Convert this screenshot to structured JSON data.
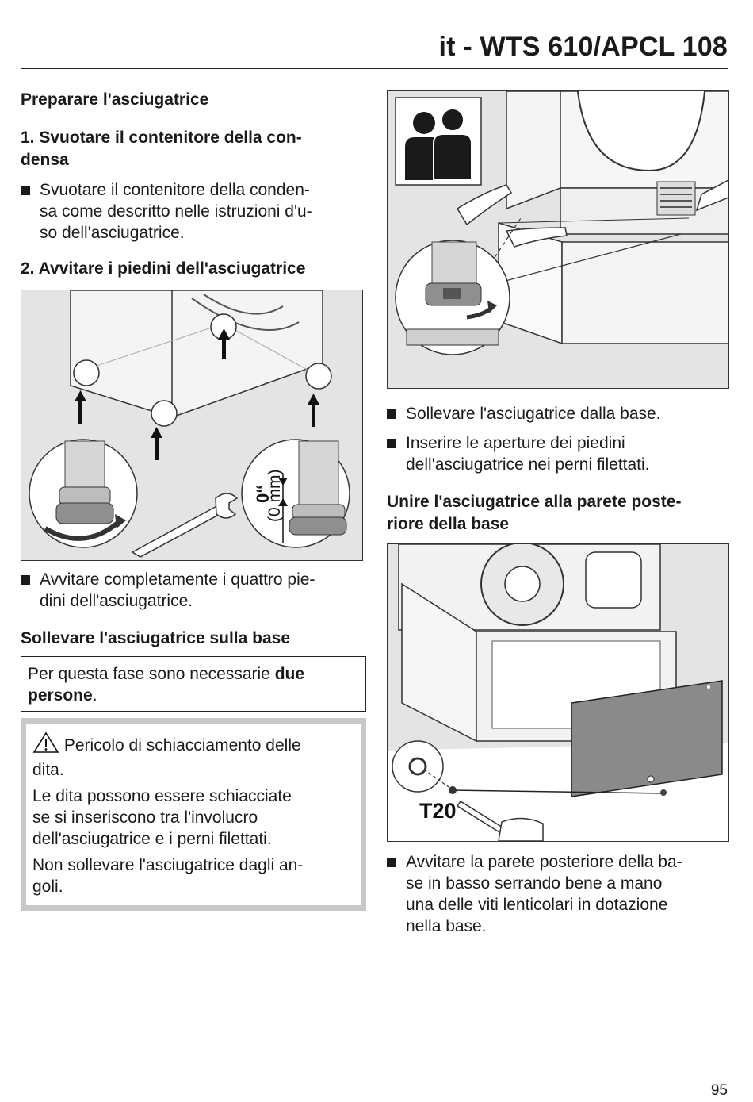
{
  "header": {
    "title": "it - WTS 610/APCL 108"
  },
  "left": {
    "heading_prepare": "Preparare l'asciugatrice",
    "step1_heading_line1": "1. Svuotare il contenitore della con-",
    "step1_heading_line2": "densa",
    "step1_bullet_line1": "Svuotare il contenitore della conden-",
    "step1_bullet_line2": "sa come descritto nelle istruzioni d'u-",
    "step1_bullet_line3": "so dell'asciugatrice.",
    "step2_heading": "2. Avvitare i piedini dell'asciugatrice",
    "figure1_label_line1": "0“",
    "figure1_label_line2": "(0 mm)",
    "step2_bullet_line1": "Avvitare completamente i quattro pie-",
    "step2_bullet_line2": "dini dell'asciugatrice.",
    "lift_heading": "Sollevare l'asciugatrice sulla base",
    "note_prefix": "Per questa fase sono necessarie ",
    "note_bold_1": "due",
    "note_bold_2": "persone",
    "note_suffix": ".",
    "warning_line1": "Pericolo di schiacciamento delle",
    "warning_line2": "dita.",
    "warning_p2_line1": "Le dita possono essere schiacciate",
    "warning_p2_line2": "se si inseriscono tra l'involucro",
    "warning_p2_line3": "dell'asciugatrice e i perni filettati.",
    "warning_p3_line1": "Non sollevare l'asciugatrice dagli an-",
    "warning_p3_line2": "goli."
  },
  "right": {
    "bullet1": "Sollevare l'asciugatrice dalla base.",
    "bullet2_line1": "Inserire le aperture dei piedini",
    "bullet2_line2": "dell'asciugatrice nei perni filettati.",
    "heading_join_line1": "Unire l'asciugatrice alla parete poste-",
    "heading_join_line2": "riore della base",
    "figure3_label": "T20",
    "bullet3_line1": "Avvitare la parete posteriore della ba-",
    "bullet3_line2": "se in basso serrando bene a mano",
    "bullet3_line3": "una delle viti lenticolari in dotazione",
    "bullet3_line4": "nella base."
  },
  "footer": {
    "page_number": "95"
  }
}
